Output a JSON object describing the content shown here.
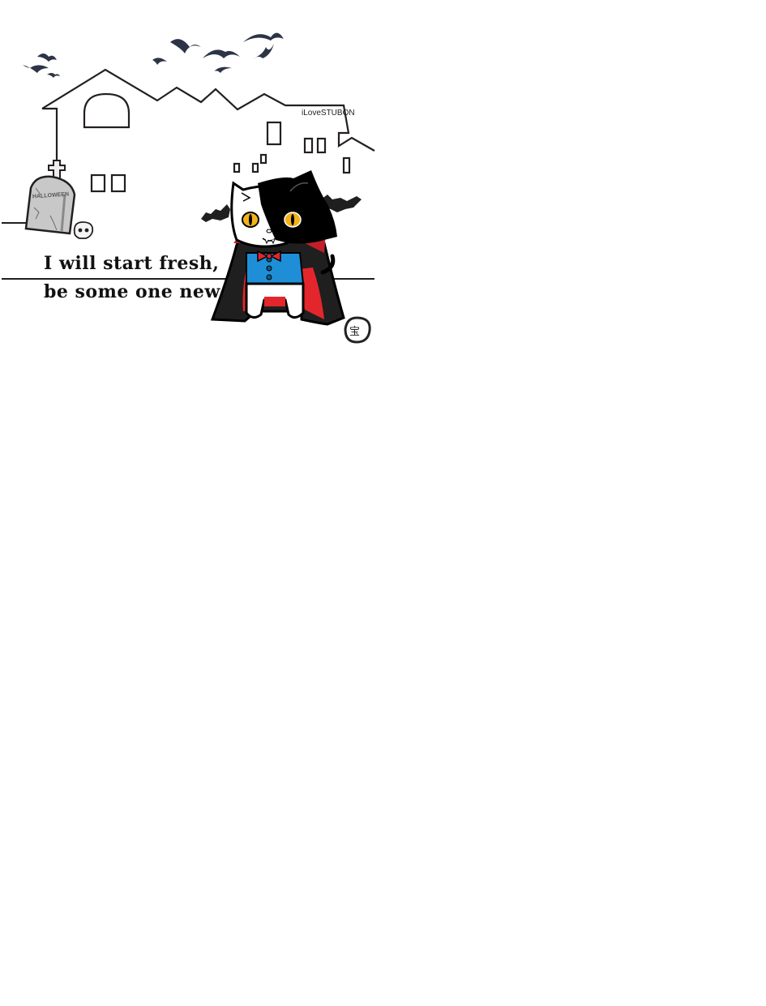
{
  "quote": {
    "line1": "I will start fresh,",
    "line2": "be some one new."
  },
  "brand": "iLoveSTUBON",
  "tombstone_text": "HALLOWEEN",
  "seal_char": "宝",
  "colors": {
    "line": "#231f20",
    "bat": "#2d3446",
    "cape_red": "#e3262b",
    "vest_blue": "#1e8fd6",
    "eye_yellow": "#f2b21a",
    "stone": "#c8c8c8"
  }
}
